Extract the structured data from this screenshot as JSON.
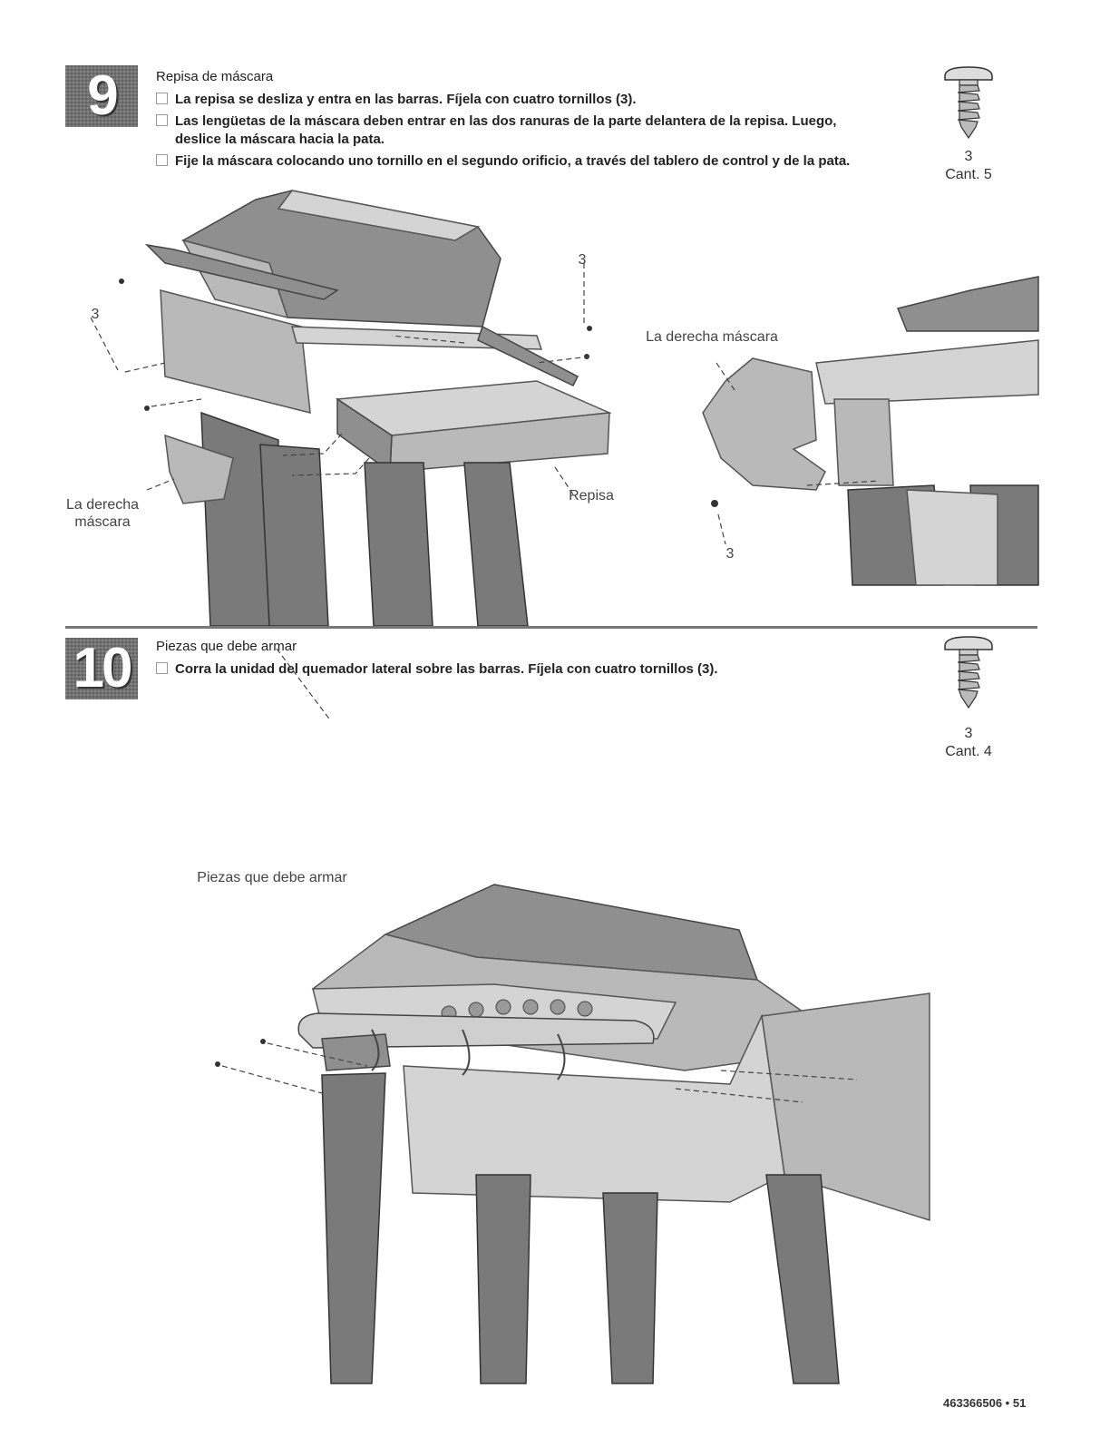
{
  "step9": {
    "number": "9",
    "heading": "Repisa de máscara",
    "bullets": [
      "La repisa se desliza y entra en las barras. Fíjela con cuatro tornillos (3).",
      "Las lengüetas de la máscara deben entrar en las dos ranuras de la parte delantera de la repisa. Luego,",
      "deslice la máscara hacia la pata.",
      "Fije la máscara colocando uno tornillo en el segundo orificio, a través del tablero de control y de la pata."
    ],
    "part_number": "3",
    "quantity": "Cant. 5",
    "labels": {
      "screw_left": "3",
      "screw_top": "3",
      "mask_left_line1": "La derecha",
      "mask_left_line2": "máscara",
      "shelf": "Repisa",
      "mask_right": "La derecha máscara",
      "screw_right": "3"
    }
  },
  "step10": {
    "number": "10",
    "heading": "Piezas que debe armar",
    "bullets": [
      "Corra la unidad del quemador lateral sobre las barras. Fíjela con cuatro tornillos (3)."
    ],
    "part_number": "3",
    "quantity": "Cant. 4",
    "labels": {
      "assembly": "Piezas que debe armar"
    }
  },
  "footer": {
    "page_ref": "463366506 • 51"
  }
}
